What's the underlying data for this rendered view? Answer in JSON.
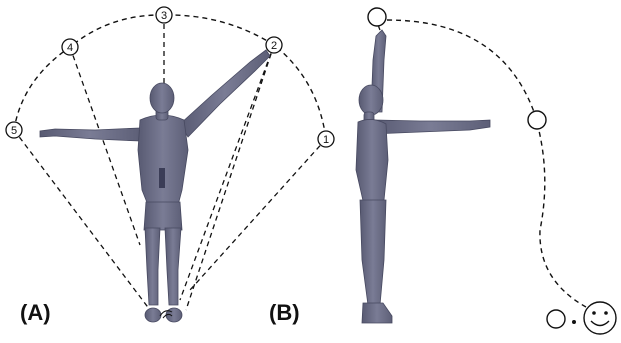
{
  "panels": {
    "a": {
      "label": "(A)"
    },
    "b": {
      "label": "(B)"
    }
  },
  "markers": [
    "1",
    "2",
    "3",
    "4",
    "5"
  ],
  "colors": {
    "figure": "#6d6f86",
    "figure_dark": "#4d4f66",
    "line": "#111111",
    "background": "#ffffff"
  }
}
